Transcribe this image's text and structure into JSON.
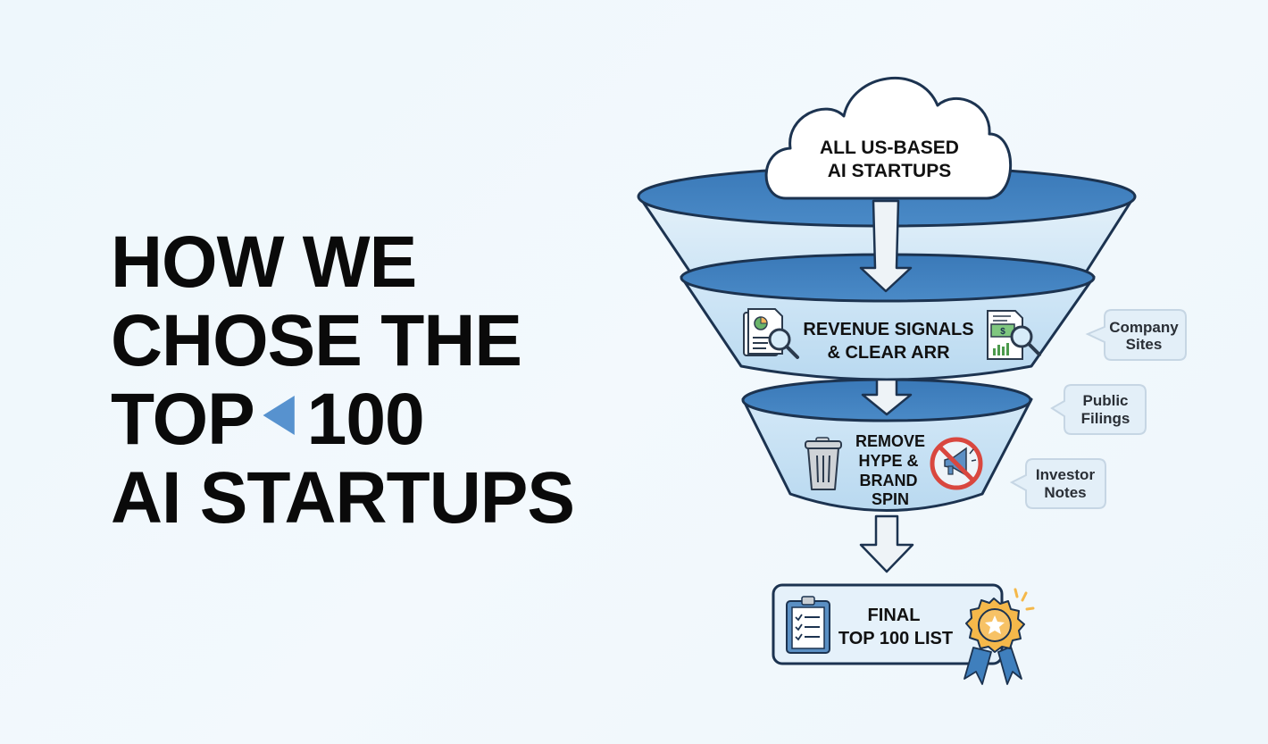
{
  "headline": {
    "line1": "HOW WE",
    "line2": "CHOSE THE",
    "line3_left": "TOP",
    "line3_right": "100",
    "line4": "AI STARTUPS",
    "accent_icon": "left-triangle-icon"
  },
  "funnel": {
    "source": {
      "line1": "ALL US-BASED",
      "line2": "AI STARTUPS",
      "icon": "cloud-icon"
    },
    "stage1": {
      "line1": "REVENUE SIGNALS",
      "line2": "& CLEAR ARR",
      "left_icon": "document-chart-magnifier-icon",
      "right_icon": "money-document-magnifier-icon"
    },
    "stage2": {
      "line1": "REMOVE",
      "line2": "HYPE &",
      "line3": "BRAND",
      "line4": "SPIN",
      "left_icon": "trash-can-icon",
      "right_icon": "no-megaphone-icon"
    },
    "result": {
      "line1": "FINAL",
      "line2": "TOP 100 LIST",
      "left_icon": "clipboard-checklist-icon",
      "right_icon": "award-ribbon-icon"
    }
  },
  "callouts": [
    {
      "line1": "Company",
      "line2": "Sites"
    },
    {
      "line1": "Public",
      "line2": "Filings"
    },
    {
      "line1": "Investor",
      "line2": "Notes"
    }
  ],
  "colors": {
    "background": "#eef6fb",
    "funnel_dark": "#3f7fbd",
    "funnel_light": "#d6eaf8",
    "outline": "#1c3350",
    "accent": "#5792cf",
    "badge_gold": "#f5b84a"
  }
}
